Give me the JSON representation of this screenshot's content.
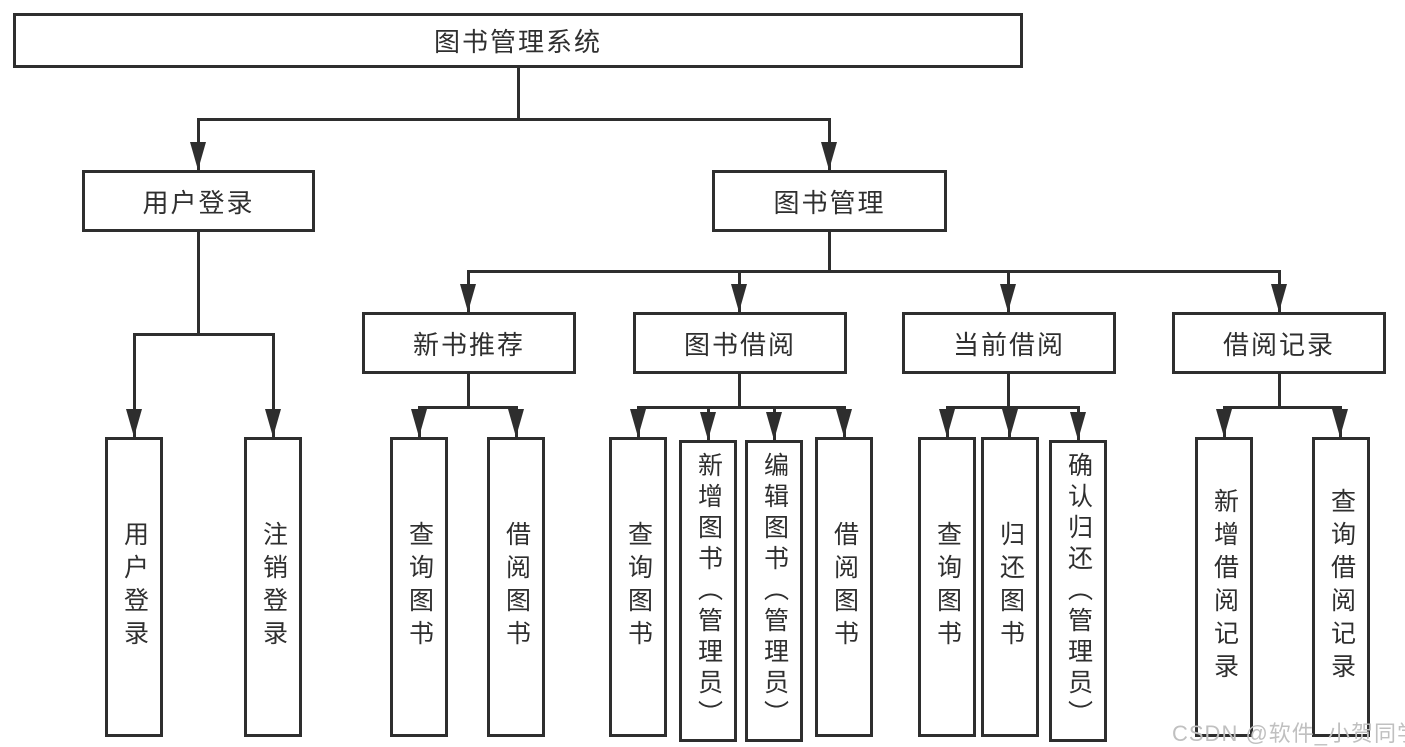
{
  "tree": {
    "root": {
      "label": "图书管理系统"
    },
    "branches": [
      {
        "label": "用户登录",
        "children": [
          {
            "label": "用户登录"
          },
          {
            "label": "注销登录"
          }
        ]
      },
      {
        "label": "图书管理",
        "children": [
          {
            "label": "新书推荐",
            "children": [
              {
                "label": "查询图书"
              },
              {
                "label": "借阅图书"
              }
            ]
          },
          {
            "label": "图书借阅",
            "children": [
              {
                "label": "查询图书"
              },
              {
                "label": "新增图书（管理员）"
              },
              {
                "label": "编辑图书（管理员）"
              },
              {
                "label": "借阅图书"
              }
            ]
          },
          {
            "label": "当前借阅",
            "children": [
              {
                "label": "查询图书"
              },
              {
                "label": "归还图书"
              },
              {
                "label": "确认归还（管理员）"
              }
            ]
          },
          {
            "label": "借阅记录",
            "children": [
              {
                "label": "新增借阅记录"
              },
              {
                "label": "查询借阅记录"
              }
            ]
          }
        ]
      }
    ]
  },
  "watermark": {
    "text": "CSDN @软件_小贺同学",
    "color": "#c0c0c0"
  },
  "colors": {
    "line": "#2e2e2e",
    "text": "#2f2f2f",
    "background": "#ffffff"
  }
}
